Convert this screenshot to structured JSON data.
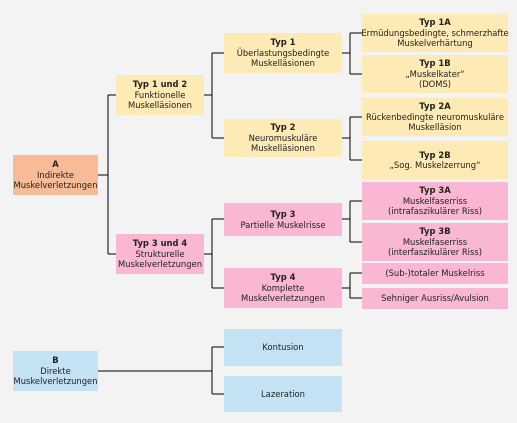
{
  "colors": {
    "background": "#f3f3f3",
    "indirect": "#f7bb98",
    "functional": "#fdeab4",
    "structural": "#f9b7d3",
    "direct": "#c3e2f4",
    "line": "#000000"
  },
  "nodes": {
    "a": {
      "title": "A",
      "lines": [
        "Indirekte",
        "Muskelverletzungen"
      ]
    },
    "t12": {
      "title": "Typ 1 und 2",
      "lines": [
        "Funktionelle",
        "Muskelläsionen"
      ]
    },
    "t1": {
      "title": "Typ 1",
      "lines": [
        "Überlastungsbedingte",
        "Muskelläsionen"
      ]
    },
    "t1a": {
      "title": "Typ 1A",
      "lines": [
        "Ermüdungsbedingte, schmerzhafte",
        "Muskelverhärtung"
      ]
    },
    "t1b": {
      "title": "Typ 1B",
      "lines": [
        "„Muskelkater“",
        "(DOMS)"
      ]
    },
    "t2": {
      "title": "Typ 2",
      "lines": [
        "Neuromuskuläre",
        "Muskelläsionen"
      ]
    },
    "t2a": {
      "title": "Typ 2A",
      "lines": [
        "Rückenbedingte neuromuskuläre",
        "Muskelläsion"
      ]
    },
    "t2b": {
      "title": "Typ 2B",
      "lines": [
        "„Sog. Muskelzerrung“"
      ]
    },
    "t34": {
      "title": "Typ 3 und 4",
      "lines": [
        "Strukturelle",
        "Muskelverletzungen"
      ]
    },
    "t3": {
      "title": "Typ 3",
      "lines": [
        "Partielle Muskelrisse"
      ]
    },
    "t3a": {
      "title": "Typ 3A",
      "lines": [
        "Muskelfaserriss",
        "(intrafaszikulärer Riss)"
      ]
    },
    "t3b": {
      "title": "Typ 3B",
      "lines": [
        "Muskelfaserriss",
        "(interfaszikulärer Riss)"
      ]
    },
    "t4": {
      "title": "Typ 4",
      "lines": [
        "Komplette",
        "Muskelverletzungen"
      ]
    },
    "t4a": {
      "title": "",
      "lines": [
        "(Sub-)totaler Muskelriss"
      ]
    },
    "t4b": {
      "title": "",
      "lines": [
        "Sehniger Ausriss/Avulsion"
      ]
    },
    "b": {
      "title": "B",
      "lines": [
        "Direkte",
        "Muskelverletzungen"
      ]
    },
    "kon": {
      "title": "",
      "lines": [
        "Kontusion"
      ]
    },
    "laz": {
      "title": "",
      "lines": [
        "Lazeration"
      ]
    }
  }
}
